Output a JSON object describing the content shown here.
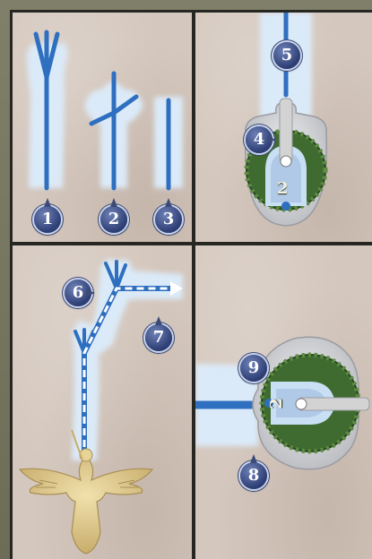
{
  "markers": {
    "m1": "1",
    "m2": "2",
    "m3": "3",
    "m4": "4",
    "m5": "5",
    "m6": "6",
    "m7": "7",
    "m8": "8",
    "m9": "9"
  },
  "tiles": {
    "top_right_tile_number": "2",
    "bottom_right_tile_number": "2"
  },
  "colors": {
    "parchment": "#d4c7bd",
    "grid_line": "#262622",
    "stream_light": "#dbeaf8",
    "stream_dark": "#2f6fc0",
    "marker_fill": "#2c3d73",
    "hedge_green": "#3f6a30",
    "stone_ring": "#dcdde0",
    "figure_gold": "#d9c48a"
  },
  "icons": [
    "stream-single-icon",
    "stream-fork-icon",
    "stream-triple-icon",
    "round-tile-icon",
    "hawk-figure-icon",
    "dashed-arrow-icon"
  ]
}
